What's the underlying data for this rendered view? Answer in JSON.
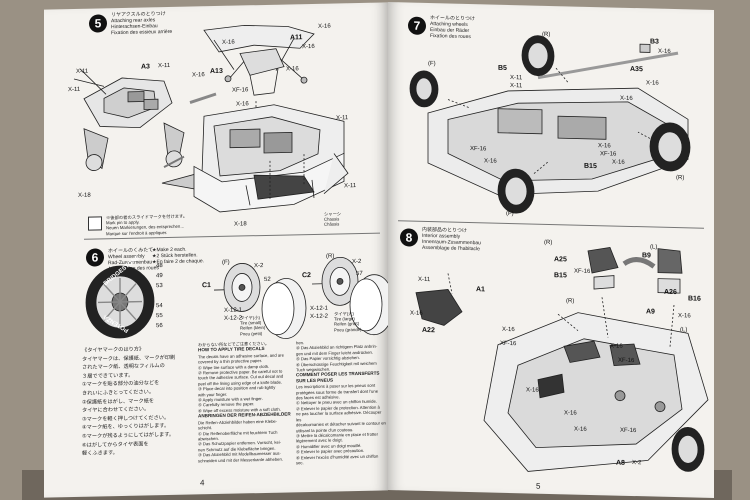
{
  "left_page": {
    "page_number": "4",
    "step5": {
      "number": "5",
      "title_jp": "リヤアクスルのとりつけ",
      "title_lines": [
        "Attaching rear axles",
        "Hinterachsen-Einbau",
        "Fixation des essieux arrière"
      ],
      "labels": [
        "A11",
        "A3",
        "A13",
        "X-16",
        "X-16",
        "X-16",
        "X-11",
        "X-11",
        "X-11",
        "X-16",
        "XF-16",
        "X-16",
        "X-16",
        "X-11",
        "X-18",
        "X-18",
        "X-11"
      ],
      "chassis_label_jp": "シャーシ",
      "chassis_label": [
        "Chassis",
        "Châssis"
      ],
      "note_jp": "※後部の者のスライドマークを付けます。",
      "note_lines": [
        "Mark pin to apply.",
        "Neuen Markierungen, des entsprechen…",
        "Marque sur l'endroit à appliquer."
      ]
    },
    "step6": {
      "number": "6",
      "title_jp": "ホイールのくみたて",
      "title_lines": [
        "Wheel assembly",
        "Rad-Zusammenbau",
        "Assemblage des roues"
      ],
      "make_lines": [
        "★Make 2 each.",
        "★2 Stück herstellen.",
        "★En faire 2 de chaque."
      ],
      "tire_brand": "BRIDGESTONE",
      "tire_model": "POTENZA",
      "callouts": [
        "(F)",
        "(R)",
        "C1",
        "C2",
        "X-2",
        "X-2",
        "X-12-1",
        "X-12-2",
        "X-12-1",
        "X-12-2",
        "52",
        "57",
        "48",
        "49",
        "53",
        "54",
        "55",
        "56"
      ],
      "tire_small_lines": [
        "タイヤ(小)",
        "Tire (small)",
        "Reifen (klein)",
        "Pneu (petit)"
      ],
      "tire_large_lines": [
        "タイヤ(大)",
        "Tire (large)",
        "Reifen (groß)",
        "Pneu (grande)"
      ]
    },
    "decal_jp_heading": "《タイヤマークのはり方》",
    "decal_jp_lines": [
      "タイヤマークは、保護紙、マークが印刷",
      "されたマーク紙、透明なフィルムの",
      "３層でできています。",
      "①マークを貼る部分の油分などを",
      "きれいにふきとってください。",
      "②保護紙をはがし、マーク紙を",
      "タイヤに合わせてください。",
      "③マークを軽く押しつけてください。",
      "④マーク紙を、ゆっくりはがします。",
      "⑤マークが残るようにしてはがします。",
      "⑥はがしてからタイヤ表面を",
      "軽くふきます。"
    ],
    "decal_en_intro": "わからない所などでご注意ください。",
    "decal_en_heading": "HOW TO APPLY TIRE DECALS",
    "decal_en_lines": [
      "The decals have an adhesive surface, and are",
      "covered by a thin protective paper.",
      "① Wipe tire surface with a damp cloth.",
      "② Remove protective paper. Be careful not to",
      "touch the adhesive surface. Cut out decal and",
      "peel off the lining using edge of a knife blade.",
      "③ Place decal into position and rub lightly",
      "with your finger.",
      "④ Apply moisture with a wet finger.",
      "⑤ Carefully remove the paper.",
      "⑥ Wipe off excess moisture with a soft cloth."
    ],
    "decal_de_heading": "ANBRINGEN DER REIFEN-ABZIEHBILDER",
    "decal_de_lines": [
      "Die Reifen-Abziehbilder haben eine Klebe-",
      "schicht.",
      "① Die Reifenoberfläche mit feuchtem Tuch",
      "abwischen.",
      "② Das Schutzpapier entfernen. Vorsicht, kei-",
      "nen Schmutz auf die Klebefläche bringen.",
      "③ Das Abziehbild mit Modellbaumesser aus-",
      "schneiden und mit der Messerkante abheben."
    ],
    "decal_fr_heading": "COMMENT POSER LES TRANSFERTS SUR LES PNEUS",
    "decal_fr_lines": [
      "hen.",
      "④ Das Abziehbild an richtigem Platz anbrin-",
      "gen und mit dem Finger leicht andrücken.",
      "⑤ Das Papier vorsichtig abziehen.",
      "⑥ Überschüssige Feuchtigkeit mit weichem",
      "Tuch wegwischen.",
      "Les inscriptions à poser sur les pneus sont",
      "protégées sous forme de transfert dont l'une",
      "des faces est adhésive.",
      "① Nettoyer le pneu avec un chiffon humide.",
      "② Enlever le papier de protection. Attention à",
      "ne pas toucher la surface adhésive. Découper les",
      "décalcomanies et détacher suivant le contour en",
      "utilisant la pointe d'un couteau.",
      "③ Mettre la décalcomanie en place et frotter",
      "légèrement avec le doigt.",
      "④ Humidifier avec un doigt mouillé.",
      "⑤ Enlever le papier avec précaution.",
      "⑥ Enlever l'excès d'humidité avec un chiffon",
      "sec."
    ]
  },
  "right_page": {
    "page_number": "5",
    "step7": {
      "number": "7",
      "title_jp": "ホイールのとりつけ",
      "title_lines": [
        "Attaching wheels",
        "Einbau der Räder",
        "Fixation des roues"
      ],
      "labels": [
        "B3",
        "A35",
        "B5",
        "B15",
        "(F)",
        "(F)",
        "(R)",
        "(R)",
        "X-16",
        "X-16",
        "X-16",
        "X-16",
        "X-11",
        "X-11",
        "XF-16",
        "XF-16",
        "X-16",
        "X-16"
      ]
    },
    "step8": {
      "number": "8",
      "title_jp": "内装部品のとりつけ",
      "title_lines": [
        "Interior assembly",
        "Innenraum-Zusammenbau",
        "Assemblage de l'habitacle"
      ],
      "labels": [
        "A1",
        "A22",
        "A25",
        "A26",
        "A9",
        "A8",
        "B15",
        "B16",
        "B9",
        "(R)",
        "(L)",
        "(R)",
        "(L)",
        "X-11",
        "X-16",
        "X-16",
        "X-16",
        "XF-16",
        "XF-16",
        "XF-16",
        "XF-16",
        "X-16",
        "X-16",
        "X-16",
        "X-2",
        "X-16"
      ]
    }
  }
}
